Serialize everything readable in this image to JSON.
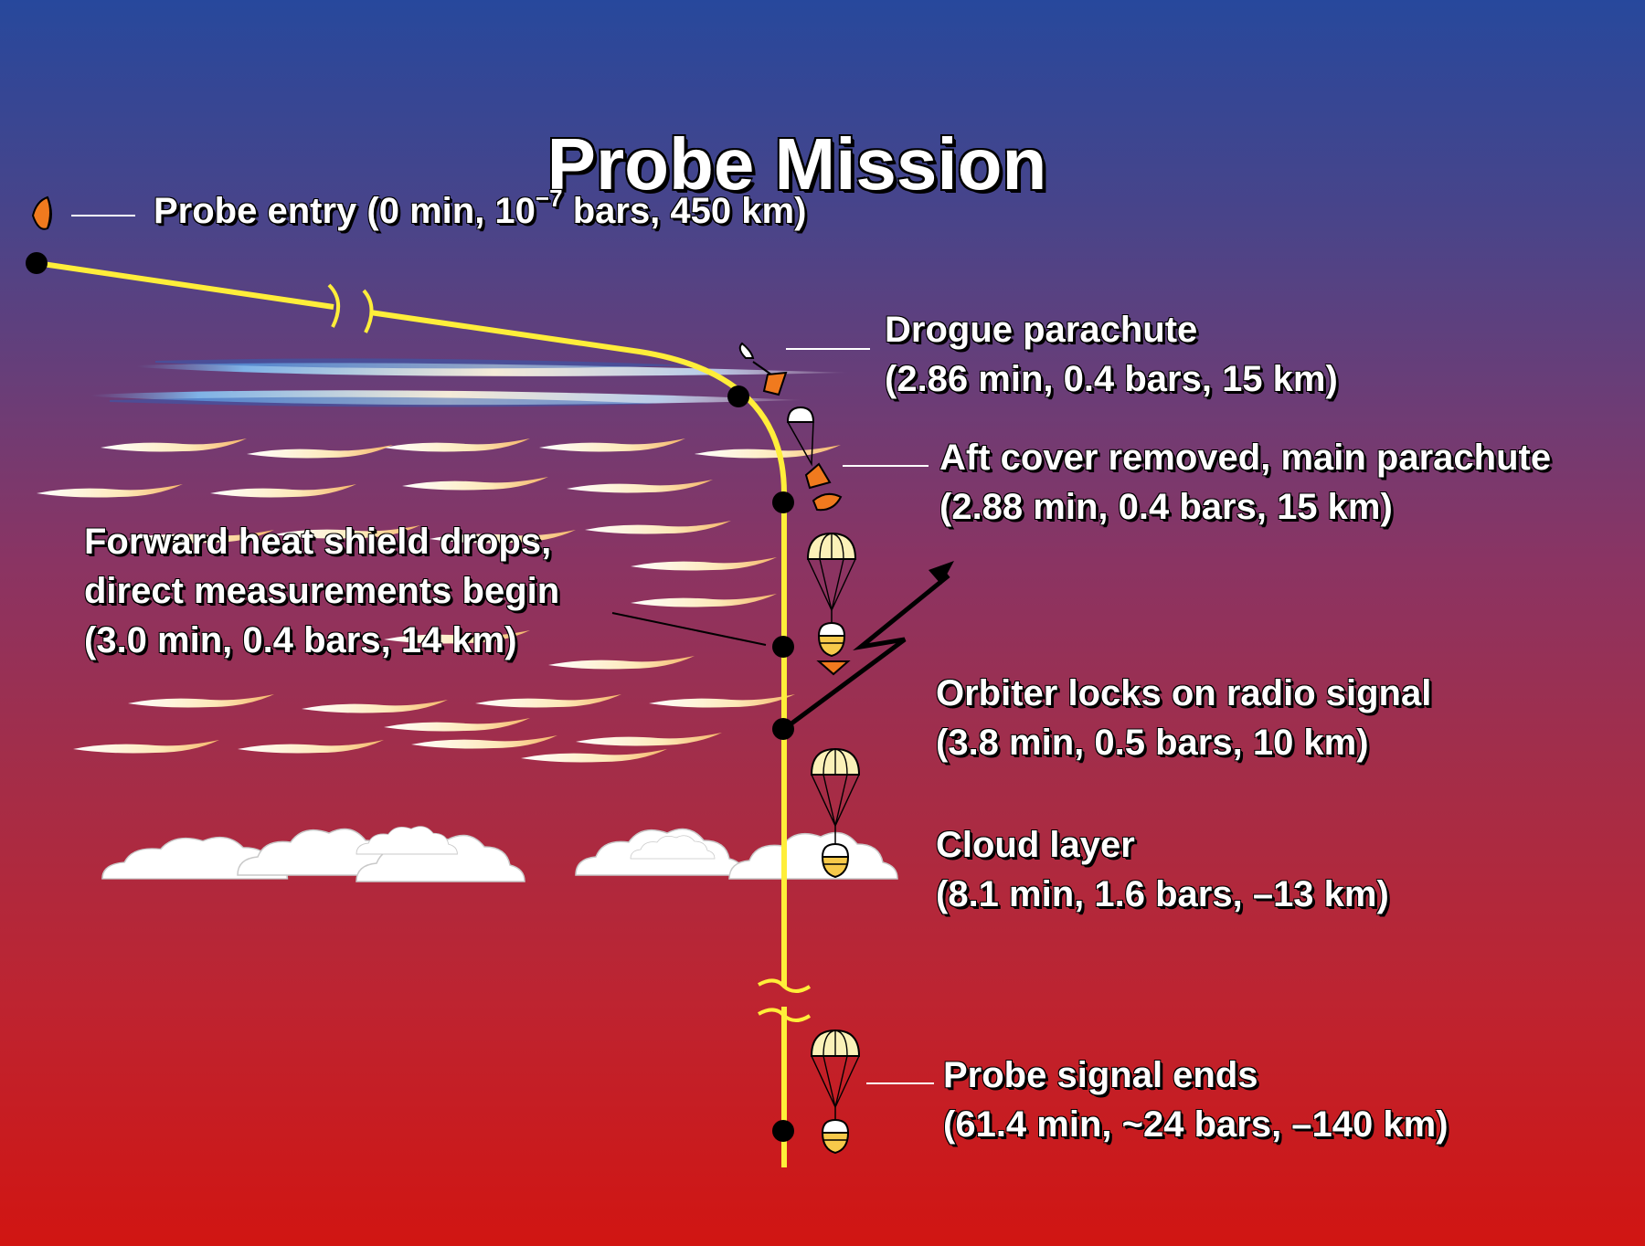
{
  "title": "Probe Mission",
  "events": {
    "entry": {
      "text": "Probe entry (0 min, 10",
      "exponent": "−7",
      "rest": " bars, 450 km)"
    },
    "drogue": {
      "line1": "Drogue parachute",
      "line2": "(2.86 min, 0.4 bars, 15 km)"
    },
    "aft_cover": {
      "line1": "Aft cover removed, main parachute",
      "line2": "(2.88 min, 0.4 bars, 15 km)"
    },
    "heat_shield": {
      "line1": "Forward heat shield drops,",
      "line2": "direct measurements begin",
      "line3": "(3.0 min, 0.4 bars, 14 km)"
    },
    "orbiter": {
      "line1": "Orbiter locks on radio signal",
      "line2": "(3.8 min, 0.5 bars, 10 km)"
    },
    "cloud": {
      "line1": "Cloud layer",
      "line2": "(8.1 min, 1.6 bars, –13 km)"
    },
    "signal_end": {
      "line1": "Probe signal ends",
      "line2": "(61.4 min, ~24 bars, –140 km)"
    }
  },
  "colors": {
    "trajectory": "#ffee3a",
    "probe": "#f07a1e",
    "marker": "#000000",
    "chute": "#f5e89a"
  }
}
